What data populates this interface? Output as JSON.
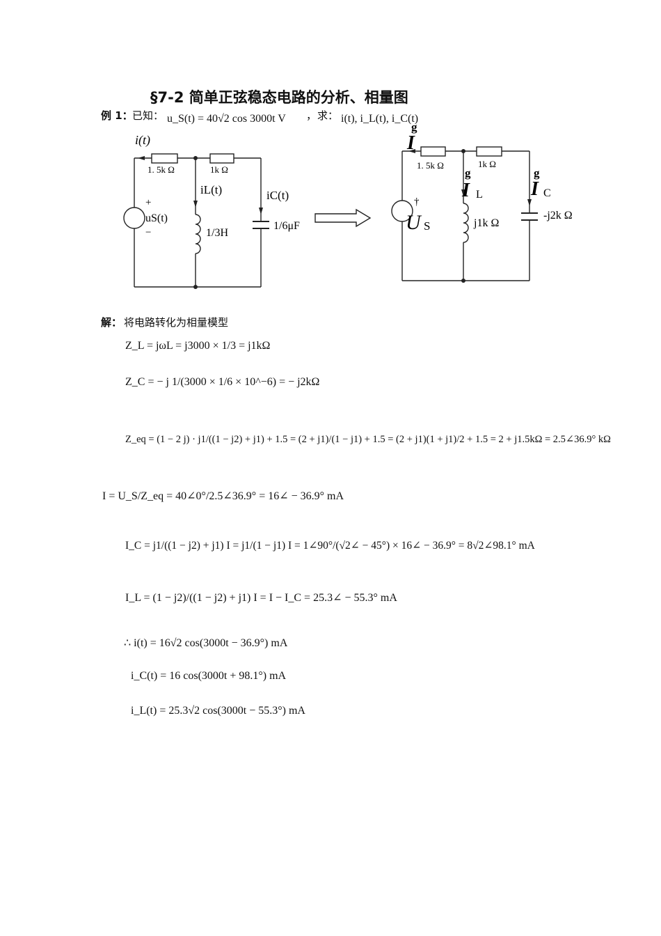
{
  "title": "§7-2 简单正弦稳态电路的分析、相量图",
  "example": {
    "label": "例 1：",
    "given_label": "已知：",
    "given_expr": "u_S(t) = 40√2 cos 3000t V",
    "comma": "，",
    "find_label": "求：",
    "find_expr": "i(t), i_L(t), i_C(t)"
  },
  "circuit_left": {
    "i_t": "i(t)",
    "r1": "1. 5k Ω",
    "r2": "1k Ω",
    "iL": "iL(t)",
    "iC": "iC(t)",
    "plus": "+",
    "us": "uS(t)",
    "minus": "−",
    "inductor": "1/3H",
    "capacitor": "1/6μF"
  },
  "circuit_right": {
    "r1": "1. 5k Ω",
    "r2": "1k Ω",
    "I": "I",
    "IL": "I",
    "IL_sub": "L",
    "IC": "I",
    "IC_sub": "C",
    "dot_mark": "g",
    "US": "U",
    "US_sub": "S",
    "plus": "†",
    "ZL": "j1k Ω",
    "ZC": "-j2k Ω"
  },
  "solution": {
    "label": "解：",
    "intro": "将电路转化为相量模型",
    "eq_ZL": "Z_L = jωL = j3000 × 1/3 = j1kΩ",
    "eq_ZC": "Z_C = − j 1/(3000 × 1/6 × 10^−6) = − j2kΩ",
    "eq_Zeq": "Z_eq = (1 − 2 j) · j1/((1 − j2) + j1) + 1.5 = (2 + j1)/(1 − j1) + 1.5 = (2 + j1)(1 + j1)/2 + 1.5 = 2 + j1.5kΩ = 2.5∠36.9° kΩ",
    "eq_I": "I = U_S/Z_eq = 40∠0°/2.5∠36.9° = 16∠ − 36.9° mA",
    "eq_IC": "I_C = j1/((1 − j2) + j1) I = j1/(1 − j1) I = 1∠90°/(√2∠ − 45°) × 16∠ − 36.9° = 8√2∠98.1° mA",
    "eq_IL": "I_L = (1 − j2)/((1 − j2) + j1) I = I − I_C = 25.3∠ − 55.3° mA",
    "res_i": "∴ i(t) = 16√2 cos(3000t − 36.9°) mA",
    "res_iC": "i_C(t) = 16 cos(3000t + 98.1°) mA",
    "res_iL": "i_L(t) = 25.3√2 cos(3000t − 55.3°) mA"
  }
}
